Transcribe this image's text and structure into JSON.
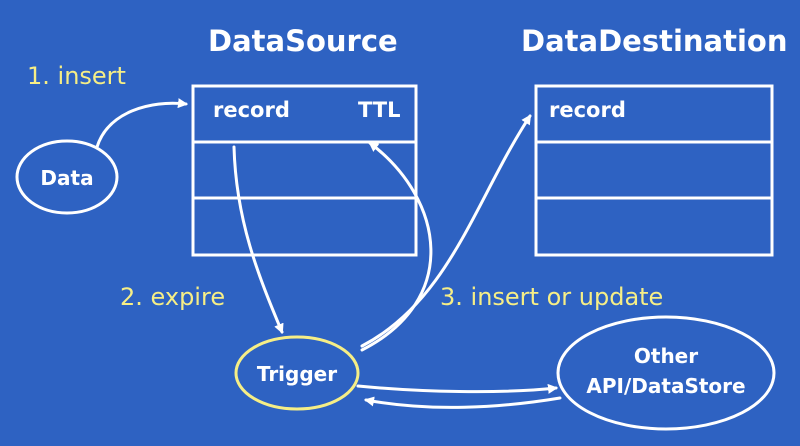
{
  "titles": {
    "source": "DataSource",
    "destination": "DataDestination"
  },
  "steps": {
    "insert": "1. insert",
    "expire": "2. expire",
    "insert_or_update": "3. insert or update"
  },
  "source_table": {
    "col_record": "record",
    "col_ttl": "TTL"
  },
  "destination_table": {
    "col_record": "record"
  },
  "nodes": {
    "data": "Data",
    "trigger": "Trigger",
    "other_line1": "Other",
    "other_line2": "API/DataStore"
  },
  "colors": {
    "background": "#2E62C2",
    "line": "#FFFFFF",
    "label": "#F6EE86",
    "trigger_border": "#F6EE86"
  }
}
